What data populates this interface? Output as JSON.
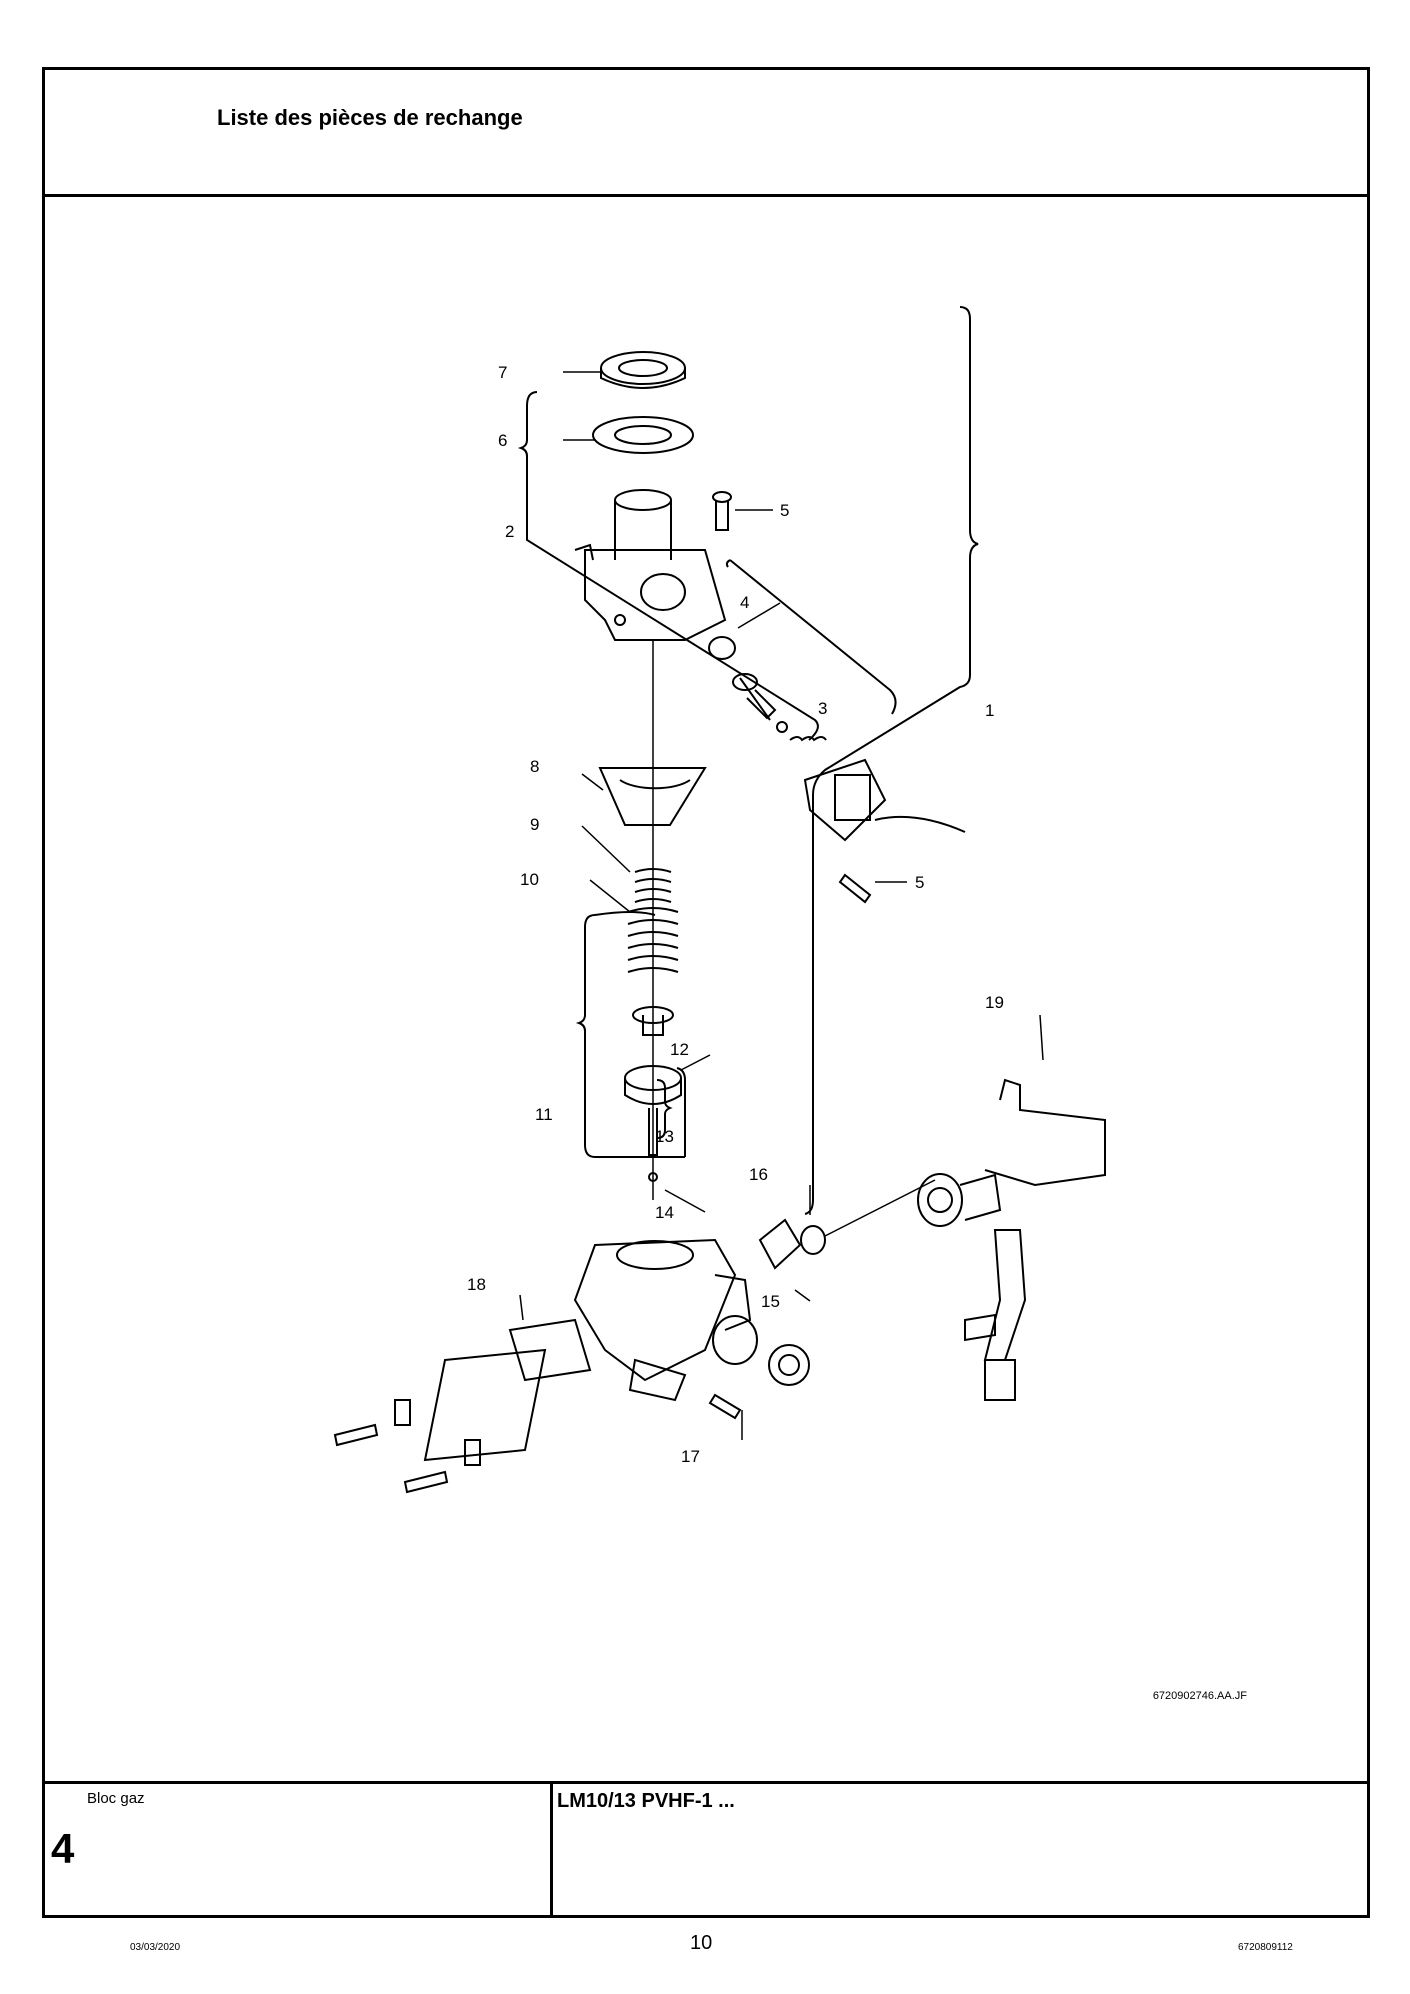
{
  "header": {
    "title": "Liste des pièces de rechange"
  },
  "drawing": {
    "callouts": [
      "1",
      "2",
      "3",
      "4",
      "5",
      "5",
      "6",
      "7",
      "8",
      "9",
      "10",
      "11",
      "12",
      "13",
      "14",
      "15",
      "16",
      "17",
      "18",
      "19"
    ],
    "reference": "6720902746.AA.JF"
  },
  "footer_block": {
    "section_label": "Bloc gaz",
    "section_number": "4",
    "model": "LM10/13 PVHF-1 ..."
  },
  "page_footer": {
    "date": "03/03/2020",
    "page_number": "10",
    "doc_number": "6720809112"
  }
}
